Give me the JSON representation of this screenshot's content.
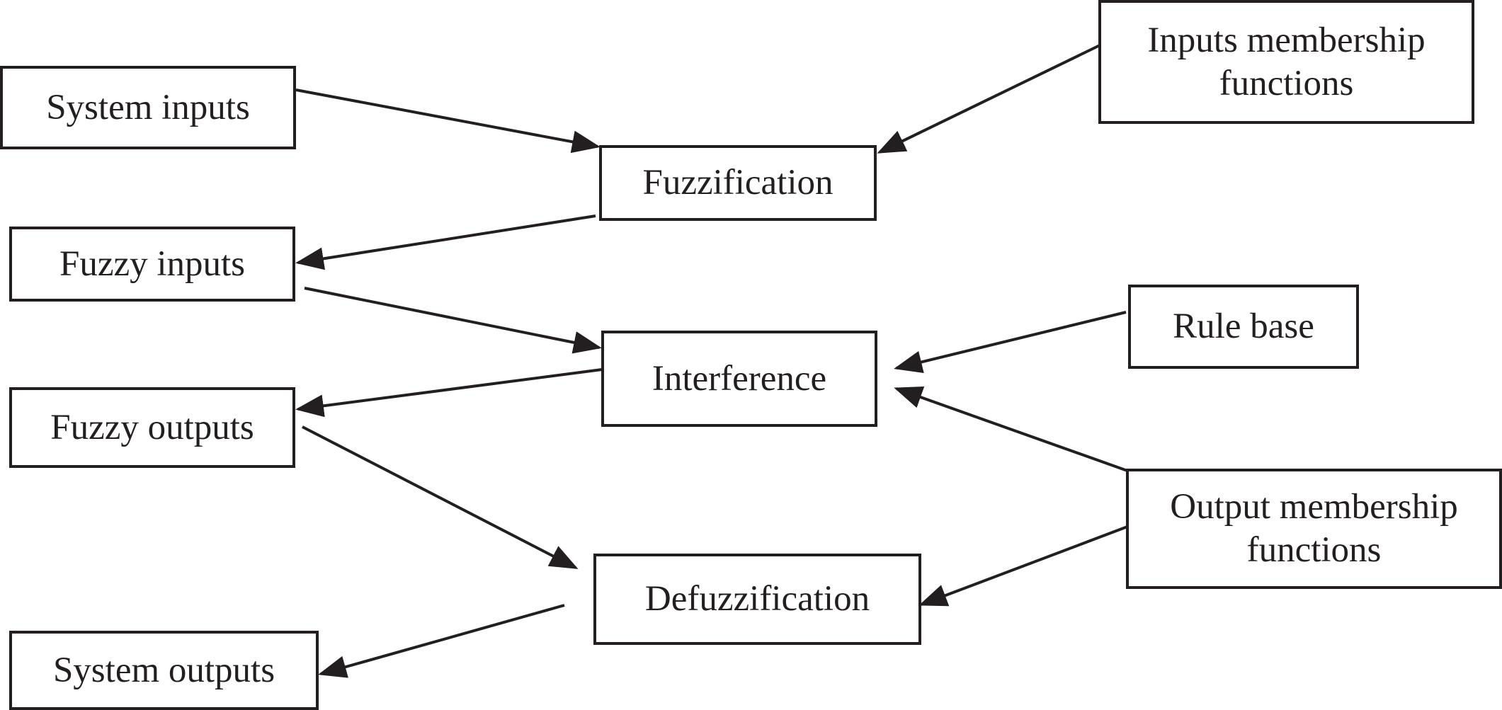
{
  "diagram": {
    "colors": {
      "stroke": "#231f20",
      "background": "#ffffff"
    },
    "nodes": {
      "system_inputs": "System inputs",
      "fuzzy_inputs": "Fuzzy inputs",
      "fuzzy_outputs": "Fuzzy outputs",
      "system_outputs": "System outputs",
      "fuzzification": "Fuzzification",
      "interference": "Interference",
      "defuzzification": "Defuzzification",
      "inputs_membership_functions": "Inputs membership\nfunctions",
      "rule_base": "Rule base",
      "output_membership_functions": "Output membership\nfunctions"
    },
    "edges": [
      {
        "from": "system_inputs",
        "to": "fuzzification"
      },
      {
        "from": "inputs_membership_functions",
        "to": "fuzzification"
      },
      {
        "from": "fuzzification",
        "to": "fuzzy_inputs"
      },
      {
        "from": "fuzzy_inputs",
        "to": "interference"
      },
      {
        "from": "rule_base",
        "to": "interference"
      },
      {
        "from": "output_membership_functions",
        "to": "interference"
      },
      {
        "from": "interference",
        "to": "fuzzy_outputs"
      },
      {
        "from": "fuzzy_outputs",
        "to": "defuzzification"
      },
      {
        "from": "output_membership_functions",
        "to": "defuzzification"
      },
      {
        "from": "defuzzification",
        "to": "system_outputs"
      }
    ]
  }
}
